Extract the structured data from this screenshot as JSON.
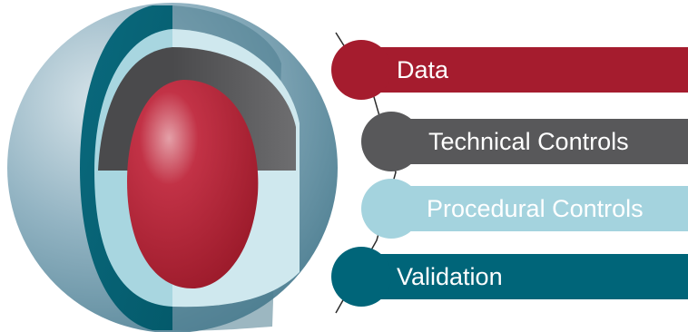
{
  "layers": [
    {
      "label": "Data",
      "color": "#a51c2e"
    },
    {
      "label": "Technical Controls",
      "color": "#58585a"
    },
    {
      "label": "Procedural Controls",
      "color": "#a4d3de"
    },
    {
      "label": "Validation",
      "color": "#006579"
    }
  ]
}
